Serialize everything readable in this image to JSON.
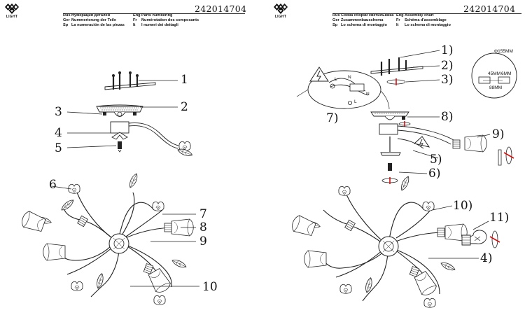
{
  "left_panel": {
    "logo_text": "LIGHT",
    "product_code": "242014704",
    "header": {
      "col1": [
        {
          "lang": "Rus",
          "text": "Нумерация деталей"
        },
        {
          "lang": "Ger",
          "text": "Nummerierung der Teile"
        },
        {
          "lang": "Sp",
          "text": "La numeración de las piezas"
        }
      ],
      "col2": [
        {
          "lang": "Eng",
          "text": "Parts numbering"
        },
        {
          "lang": "Fr",
          "text": "Numérotation des composants"
        },
        {
          "lang": "It",
          "text": "I numeri dei dettagli"
        }
      ]
    },
    "part_numbers": [
      "1",
      "2",
      "3",
      "4",
      "5",
      "6",
      "7",
      "8",
      "9",
      "10"
    ]
  },
  "right_panel": {
    "logo_text": "LIGHT",
    "product_code": "242014704",
    "header": {
      "col1": [
        {
          "lang": "Rus",
          "text": "Схема сборки светильника"
        },
        {
          "lang": "Ger",
          "text": "Zusammenbauschema"
        },
        {
          "lang": "Sp",
          "text": "Lo schema di montaggio"
        }
      ],
      "col2": [
        {
          "lang": "Eng",
          "text": "Assembly chart"
        },
        {
          "lang": "Fr",
          "text": "Schéma d'assemblage"
        },
        {
          "lang": "It",
          "text": "Lo schema di montaggio"
        }
      ]
    },
    "step_labels": [
      "1)",
      "2)",
      "3)",
      "4)",
      "5)",
      "6)",
      "7)",
      "8)",
      "9)",
      "10)",
      "11)"
    ],
    "dimensions": {
      "diameter": "Φ155MM",
      "d1": "45MM",
      "d2": "6MM",
      "d3": "88MM"
    },
    "wire_labels": {
      "n1": "N",
      "l1": "L",
      "n2": "N",
      "l2": "L"
    }
  },
  "colors": {
    "line": "#222222",
    "accent_red": "#d01010"
  }
}
